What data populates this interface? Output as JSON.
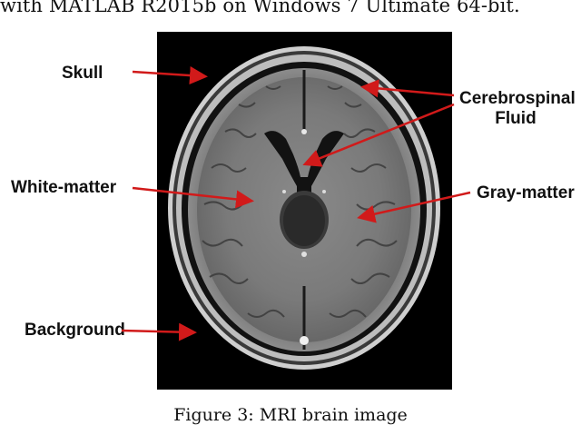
{
  "document": {
    "top_text": "with MATLAB R2015b on Windows 7 Ultimate 64-bit.",
    "caption": "Figure 3: MRI brain image"
  },
  "figure": {
    "labels": {
      "skull": "Skull",
      "csf_line1": "Cerebrospinal",
      "csf_line2": "Fluid",
      "white_matter": "White-matter",
      "gray_matter": "Gray-matter",
      "background": "Background"
    },
    "arrow_color": "#d11a1a",
    "image_background_color": "#000000"
  }
}
